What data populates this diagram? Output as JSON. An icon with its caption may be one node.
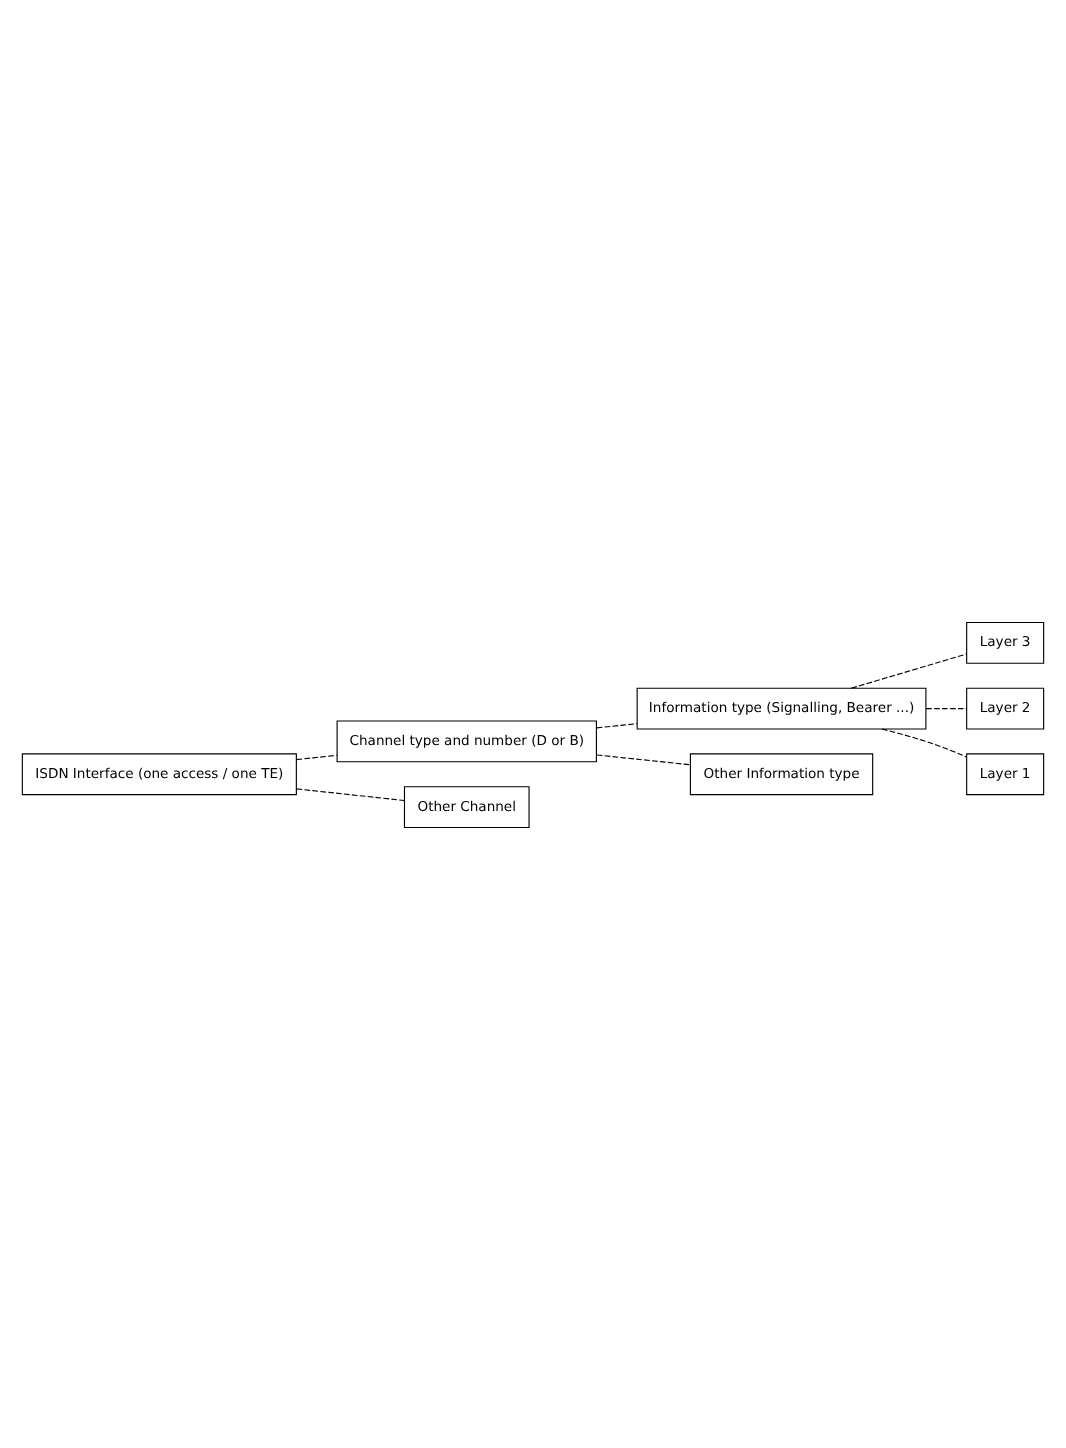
{
  "diagram": {
    "nodes": [
      {
        "text": [
          "ISDN Interface (one access / one TE)"
        ]
      },
      {
        "text": [
          "Channel type and number (D or B)"
        ]
      },
      {
        "text": [
          "Information type (Signalling, Bearer ...)"
        ]
      },
      {
        "text": [
          "Layer 3"
        ]
      },
      {
        "text": [
          "Layer 2"
        ]
      },
      {
        "text": [
          "Layer 1"
        ]
      },
      {
        "text": [
          "Other Information type"
        ]
      },
      {
        "text": [
          "Other Channel"
        ]
      }
    ],
    "edges": [
      {
        "from": 0,
        "to": 1,
        "arrow": "none",
        "style": "dashed"
      },
      {
        "from": 1,
        "to": 2,
        "arrow": "none",
        "style": "dashed"
      },
      {
        "from": 2,
        "to": 3,
        "arrow": "none",
        "style": "dashed"
      },
      {
        "from": 2,
        "to": 4,
        "arrow": "none",
        "style": "dashed"
      },
      {
        "from": 2,
        "to": 5,
        "arrow": "none",
        "style": "dashed"
      },
      {
        "from": 1,
        "to": 6,
        "arrow": "none",
        "style": "dashed"
      },
      {
        "from": 0,
        "to": 7,
        "arrow": "none",
        "style": "dashed"
      }
    ]
  }
}
